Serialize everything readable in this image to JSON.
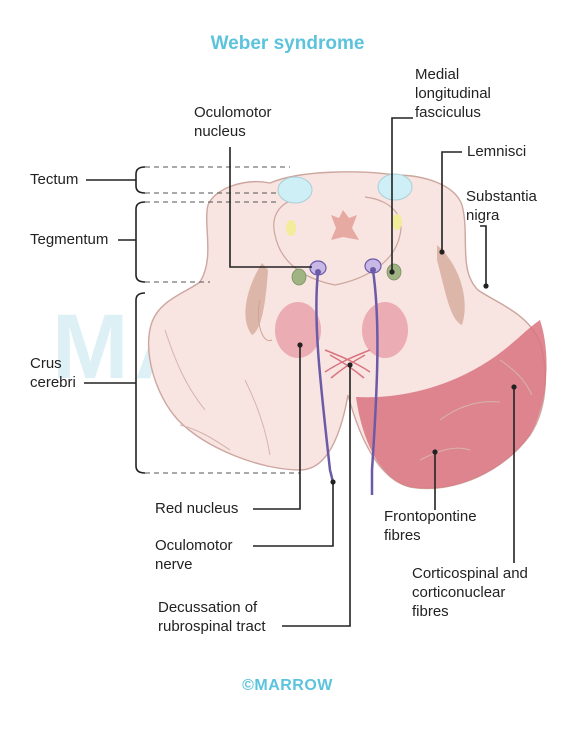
{
  "title": "Weber syndrome",
  "watermark": "MARROW",
  "footer": "©MARROW",
  "labels": {
    "tectum": "Tectum",
    "tegmentum": "Tegmentum",
    "crus_cerebri": "Crus\ncerebri",
    "oculomotor_nucleus": "Oculomotor\nnucleus",
    "medial_longitudinal_fasciculus": "Medial\nlongitudinal\nfasciculus",
    "lemnisci": "Lemnisci",
    "substantia_nigra": "Substantia\nnigra",
    "red_nucleus": "Red nucleus",
    "oculomotor_nerve": "Oculomotor\nnerve",
    "decussation": "Decussation of\nrubrospinal tract",
    "frontopontine": "Frontopontine\nfibres",
    "corticospinal": "Corticospinal and\ncorticonuclear\nfibres"
  },
  "colors": {
    "title": "#5cc3dd",
    "midbrain_fill": "#f8e4e0",
    "lesion": "#d9737f",
    "red_nucleus": "#e89aa6",
    "substantia_nigra": "#d8b0a3",
    "nerve": "#6b5aa8",
    "tectum_spot": "#cfeff6",
    "mlf": "#9fb383"
  }
}
